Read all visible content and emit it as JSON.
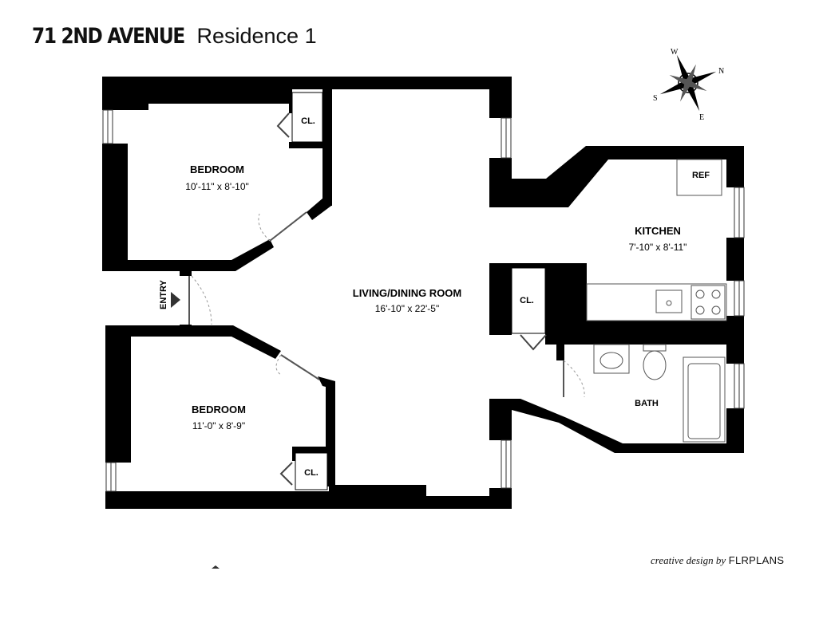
{
  "header": {
    "address": "71 2ND AVENUE",
    "residence": "Residence 1"
  },
  "rooms": {
    "bedroom_top": {
      "name": "BEDROOM",
      "dims": "10'-11\" x 8'-10\""
    },
    "bedroom_bottom": {
      "name": "BEDROOM",
      "dims": "11'-0\" x 8'-9\""
    },
    "living": {
      "name": "LIVING/DINING ROOM",
      "dims": "16'-10\" x 22'-5\""
    },
    "kitchen": {
      "name": "KITCHEN",
      "dims": "7'-10\" x 8'-11\""
    },
    "bath": {
      "name": "BATH"
    }
  },
  "labels": {
    "closet_top": "CL.",
    "closet_bottom": "CL.",
    "closet_mid": "CL.",
    "ref": "REF",
    "entry": "ENTRY"
  },
  "compass": {
    "n": "N",
    "s": "S",
    "e": "E",
    "w": "W"
  },
  "credit": {
    "prefix": "creative design by",
    "brand": "FLRPLANS"
  },
  "colors": {
    "wall": "#000000",
    "background": "#ffffff",
    "door": "#999999"
  }
}
